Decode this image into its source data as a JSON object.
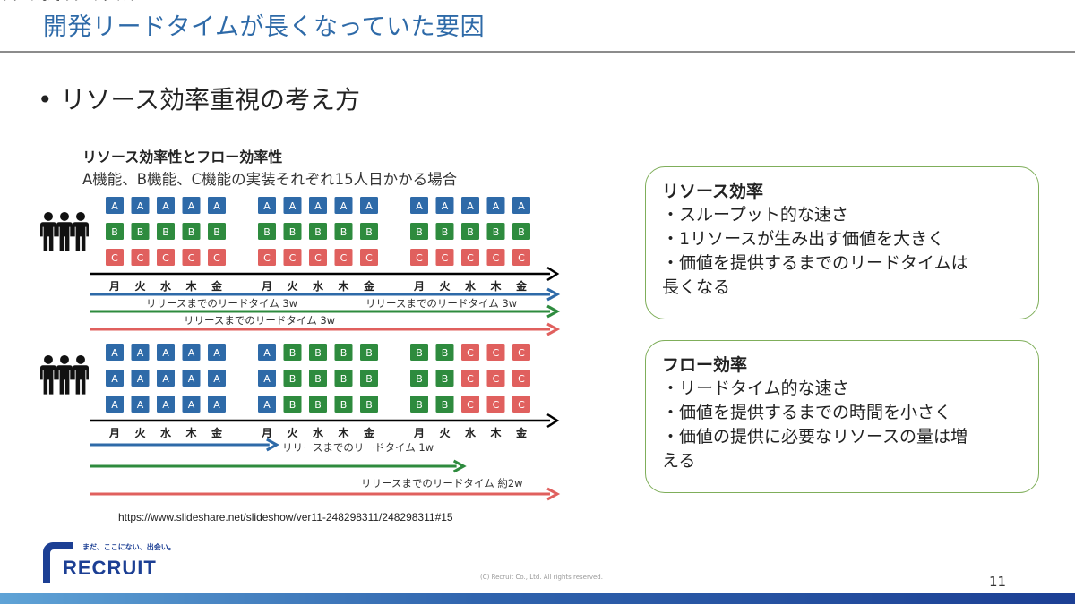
{
  "slide": {
    "title": "開発リードタイムが長くなっていた要因",
    "bullet": "• リソース効率重視の考え方",
    "page_number": "11",
    "copyright": "(C) Recruit Co., Ltd. All rights reserved.",
    "source_url": "https://www.slideshare.net/slideshow/ver11-248298311/248298311#15"
  },
  "diagram": {
    "heading": "リソース効率性とフロー効率性",
    "subtitle": "A機能、B機能、C機能の実装それぞれ15人日かかる場合",
    "days": [
      "月",
      "火",
      "水",
      "木",
      "金"
    ],
    "colors": {
      "A": "#2e6aa8",
      "B": "#2e8b3e",
      "C": "#e0605e",
      "axis": "#000000"
    },
    "top_grid": [
      [
        "A",
        "A",
        "A",
        "A",
        "A",
        "A",
        "A",
        "A",
        "A",
        "A",
        "A",
        "A",
        "A",
        "A",
        "A"
      ],
      [
        "B",
        "B",
        "B",
        "B",
        "B",
        "B",
        "B",
        "B",
        "B",
        "B",
        "B",
        "B",
        "B",
        "B",
        "B"
      ],
      [
        "C",
        "C",
        "C",
        "C",
        "C",
        "C",
        "C",
        "C",
        "C",
        "C",
        "C",
        "C",
        "C",
        "C",
        "C"
      ]
    ],
    "bottom_grid": [
      [
        "A",
        "A",
        "A",
        "A",
        "A",
        "A",
        "B",
        "B",
        "B",
        "B",
        "B",
        "B",
        "C",
        "C",
        "C"
      ],
      [
        "A",
        "A",
        "A",
        "A",
        "A",
        "A",
        "B",
        "B",
        "B",
        "B",
        "B",
        "B",
        "C",
        "C",
        "C"
      ],
      [
        "A",
        "A",
        "A",
        "A",
        "A",
        "A",
        "B",
        "B",
        "B",
        "B",
        "B",
        "B",
        "C",
        "C",
        "C"
      ]
    ],
    "top_arrows": [
      {
        "label": "リリースまでのリードタイム 3w",
        "color": "A",
        "span_weeks": 3
      },
      {
        "label": "リリースまでのリードタイム 3w",
        "color": "B",
        "span_weeks": 3
      },
      {
        "label": "リリースまでのリードタイム 3w",
        "color": "C",
        "span_weeks": 3
      }
    ],
    "bottom_arrows": [
      {
        "label": "リリースまでのリードタイム 1w",
        "color": "A",
        "span_weeks": 1.2
      },
      {
        "label": "",
        "color": "B",
        "span_weeks": 2.4
      },
      {
        "label": "リリースまでのリードタイム 約2w",
        "color": "C",
        "span_weeks": 3
      }
    ]
  },
  "boxes": {
    "resource": {
      "title": "リソース効率",
      "lines": [
        "・スループット的な速さ",
        "・1リソースが生み出す価値を大きく",
        "・価値を提供するまでのリードタイムは",
        "長くなる"
      ]
    },
    "flow": {
      "title": "フロー効率",
      "lines": [
        "・リードタイム的な速さ",
        "・価値を提供するまでの時間を小さく",
        "・価値の提供に必要なリソースの量は増",
        "える"
      ]
    }
  },
  "logo": {
    "tagline": "まだ、ここにない、出会い。",
    "wordmark": "RECRUIT"
  }
}
